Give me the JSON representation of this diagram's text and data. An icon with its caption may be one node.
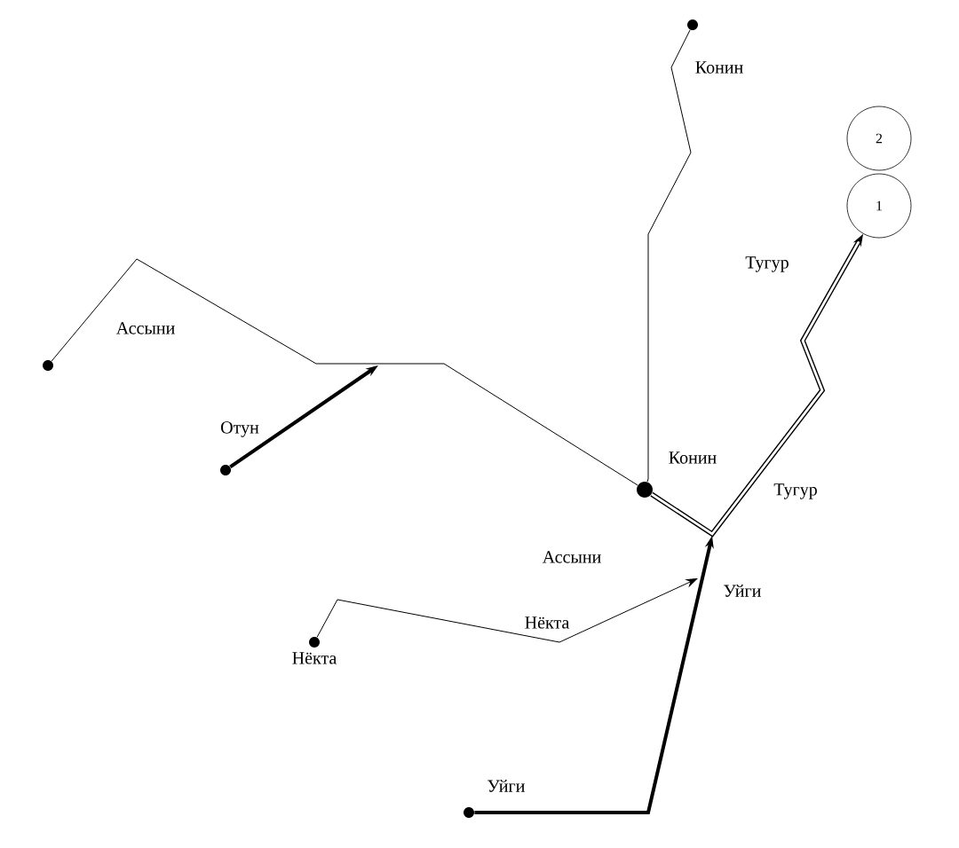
{
  "diagram": {
    "nodes": [
      {
        "text": [
          "2"
        ]
      },
      {
        "text": [
          "1"
        ]
      },
      {
        "text": [],
        "shape": "circle"
      },
      {
        "text": [],
        "shape": "circle"
      },
      {
        "text": [],
        "shape": "circle"
      },
      {
        "text": [],
        "shape": "circle"
      },
      {
        "text": [],
        "shape": "circle"
      },
      {
        "text": [],
        "shape": "circle"
      }
    ],
    "edges": [
      {
        "from": 2,
        "to": 5,
        "arrow": "none"
      },
      {
        "from": 3,
        "to": 5,
        "arrow": "none"
      },
      {
        "from": 4,
        "to": null,
        "arrow": "to",
        "style": "thick"
      },
      {
        "from": 5,
        "to": 1,
        "arrow": "to",
        "style": "thick"
      },
      {
        "from": 7,
        "to": null,
        "arrow": "to",
        "style": "thick"
      },
      {
        "from": 6,
        "to": null,
        "arrow": "to"
      }
    ],
    "labels": [
      "Конин",
      "Тугур",
      "Ассыни",
      "Отун",
      "Конин",
      "Тугур",
      "Ассыни",
      "Уйги",
      "Нёкта",
      "Нёкта",
      "Уйги"
    ]
  }
}
